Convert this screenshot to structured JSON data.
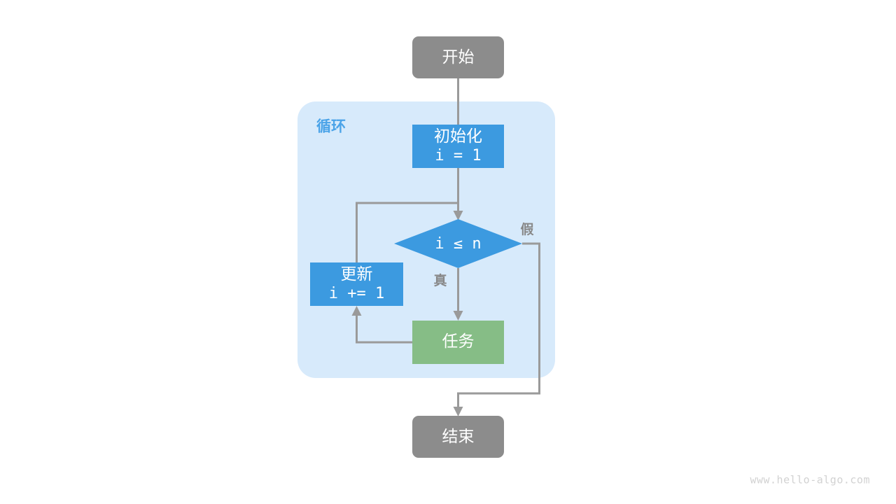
{
  "diagram": {
    "title": "for-loop-flowchart",
    "watermark": "www.hello-algo.com",
    "colors": {
      "terminal": "#8c8c8c",
      "process_blue": "#3c9ae0",
      "task_green": "#86bd86",
      "group_bg": "#d7eafb",
      "group_label": "#4aa3e8",
      "edge": "#9a9a9a",
      "label_text": "#888888",
      "node_text": "#ffffff",
      "watermark": "#d2d2d2",
      "canvas": "#ffffff"
    },
    "group": {
      "label": "循环"
    },
    "nodes": {
      "start": {
        "label": "开始",
        "shape": "rounded-rect",
        "color": "terminal"
      },
      "init": {
        "line1": "初始化",
        "line2": "i = 1",
        "shape": "rect",
        "color": "process_blue"
      },
      "condition": {
        "label": "i ≤ n",
        "shape": "diamond",
        "color": "process_blue"
      },
      "update": {
        "line1": "更新",
        "line2": "i += 1",
        "shape": "rect",
        "color": "process_blue"
      },
      "task": {
        "label": "任务",
        "shape": "rect",
        "color": "task_green"
      },
      "end": {
        "label": "结束",
        "shape": "rounded-rect",
        "color": "terminal"
      }
    },
    "edge_labels": {
      "true_branch": "真",
      "false_branch": "假"
    }
  }
}
